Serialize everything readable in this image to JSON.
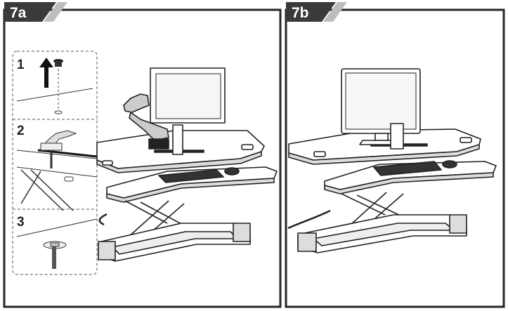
{
  "panels": [
    {
      "label": "7a"
    },
    {
      "label": "7b"
    }
  ],
  "steps": [
    {
      "number": "1"
    },
    {
      "number": "2"
    },
    {
      "number": "3"
    }
  ],
  "colors": {
    "frame": "#262626",
    "tab_bg": "#3a3a3a",
    "tab_text": "#ffffff",
    "line": "#222222",
    "dashed": "#555555"
  }
}
